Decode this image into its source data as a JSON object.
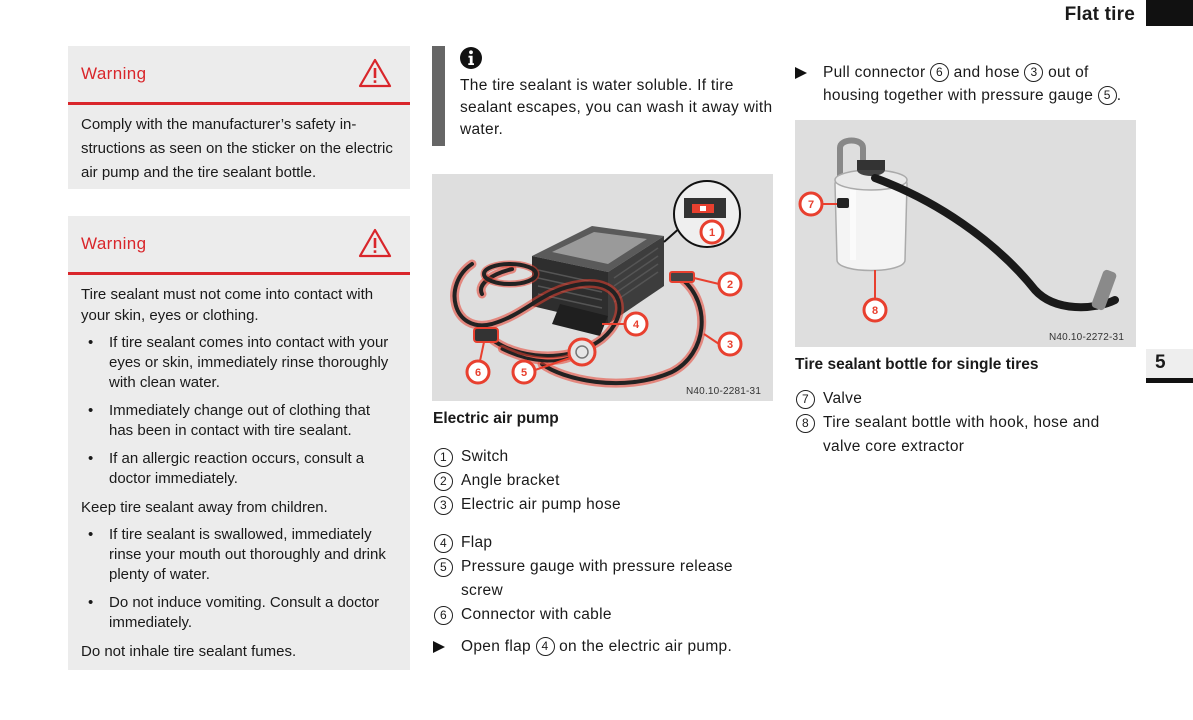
{
  "header": {
    "title": "Flat tire",
    "chapter": "5"
  },
  "warnings": [
    {
      "title": "Warning",
      "paragraphs": [
        "Comply with the manufacturer’s safety in­structions as seen on the sticker on the electric air pump and the tire sealant bottle."
      ]
    },
    {
      "title": "Warning",
      "intro": "Tire sealant must not come into contact with your skin, eyes or clothing.",
      "bullets1": [
        "If tire sealant comes into contact with your eyes or skin, immediately rinse thoroughly with clean water.",
        "Immediately change out of clothing that has been in contact with tire sealant.",
        "If an allergic reaction occurs, consult a doctor immediately."
      ],
      "middle": "Keep tire sealant away from children.",
      "bullets2": [
        "If tire sealant is swallowed, immediately rinse your mouth out thoroughly and drink plenty of water.",
        "Do not induce vomiting. Consult a doc­tor immediately."
      ],
      "outro": "Do not inhale tire sealant fumes."
    }
  ],
  "info_note": {
    "icon": "info-icon",
    "text": "The tire sealant is water soluble. If tire sealant escapes, you can wash it away with water."
  },
  "pump_figure": {
    "code": "N40.10-2281-31",
    "caption": "Electric air pump",
    "callouts": [
      "1",
      "2",
      "3",
      "4",
      "5",
      "6"
    ],
    "legend": [
      {
        "num": "1",
        "text": "Switch"
      },
      {
        "num": "2",
        "text": "Angle bracket"
      },
      {
        "num": "3",
        "text": "Electric air pump hose"
      },
      {
        "num": "4",
        "text": "Flap"
      },
      {
        "num": "5",
        "text": "Pressure gauge with pressure release screw"
      },
      {
        "num": "6",
        "text": "Connector with cable"
      }
    ],
    "step": {
      "pre": "Open flap",
      "num": "4",
      "post": "on the electric air pump."
    }
  },
  "bottle_section": {
    "step": {
      "t1": "Pull connector",
      "n1": "6",
      "t2": "and hose",
      "n2": "3",
      "t3": "out of housing together with pressure gauge",
      "n3": "5",
      "t4": "."
    },
    "figure": {
      "code": "N40.10-2272-31",
      "callouts": [
        "7",
        "8"
      ]
    },
    "caption": "Tire sealant bottle for single tires",
    "legend": [
      {
        "num": "7",
        "text": "Valve"
      },
      {
        "num": "8",
        "text": "Tire sealant bottle with hook, hose and valve core extractor"
      }
    ]
  },
  "colors": {
    "warning_red": "#d9262b",
    "callout_red": "#e8402f",
    "panel_gray": "#ececec"
  }
}
